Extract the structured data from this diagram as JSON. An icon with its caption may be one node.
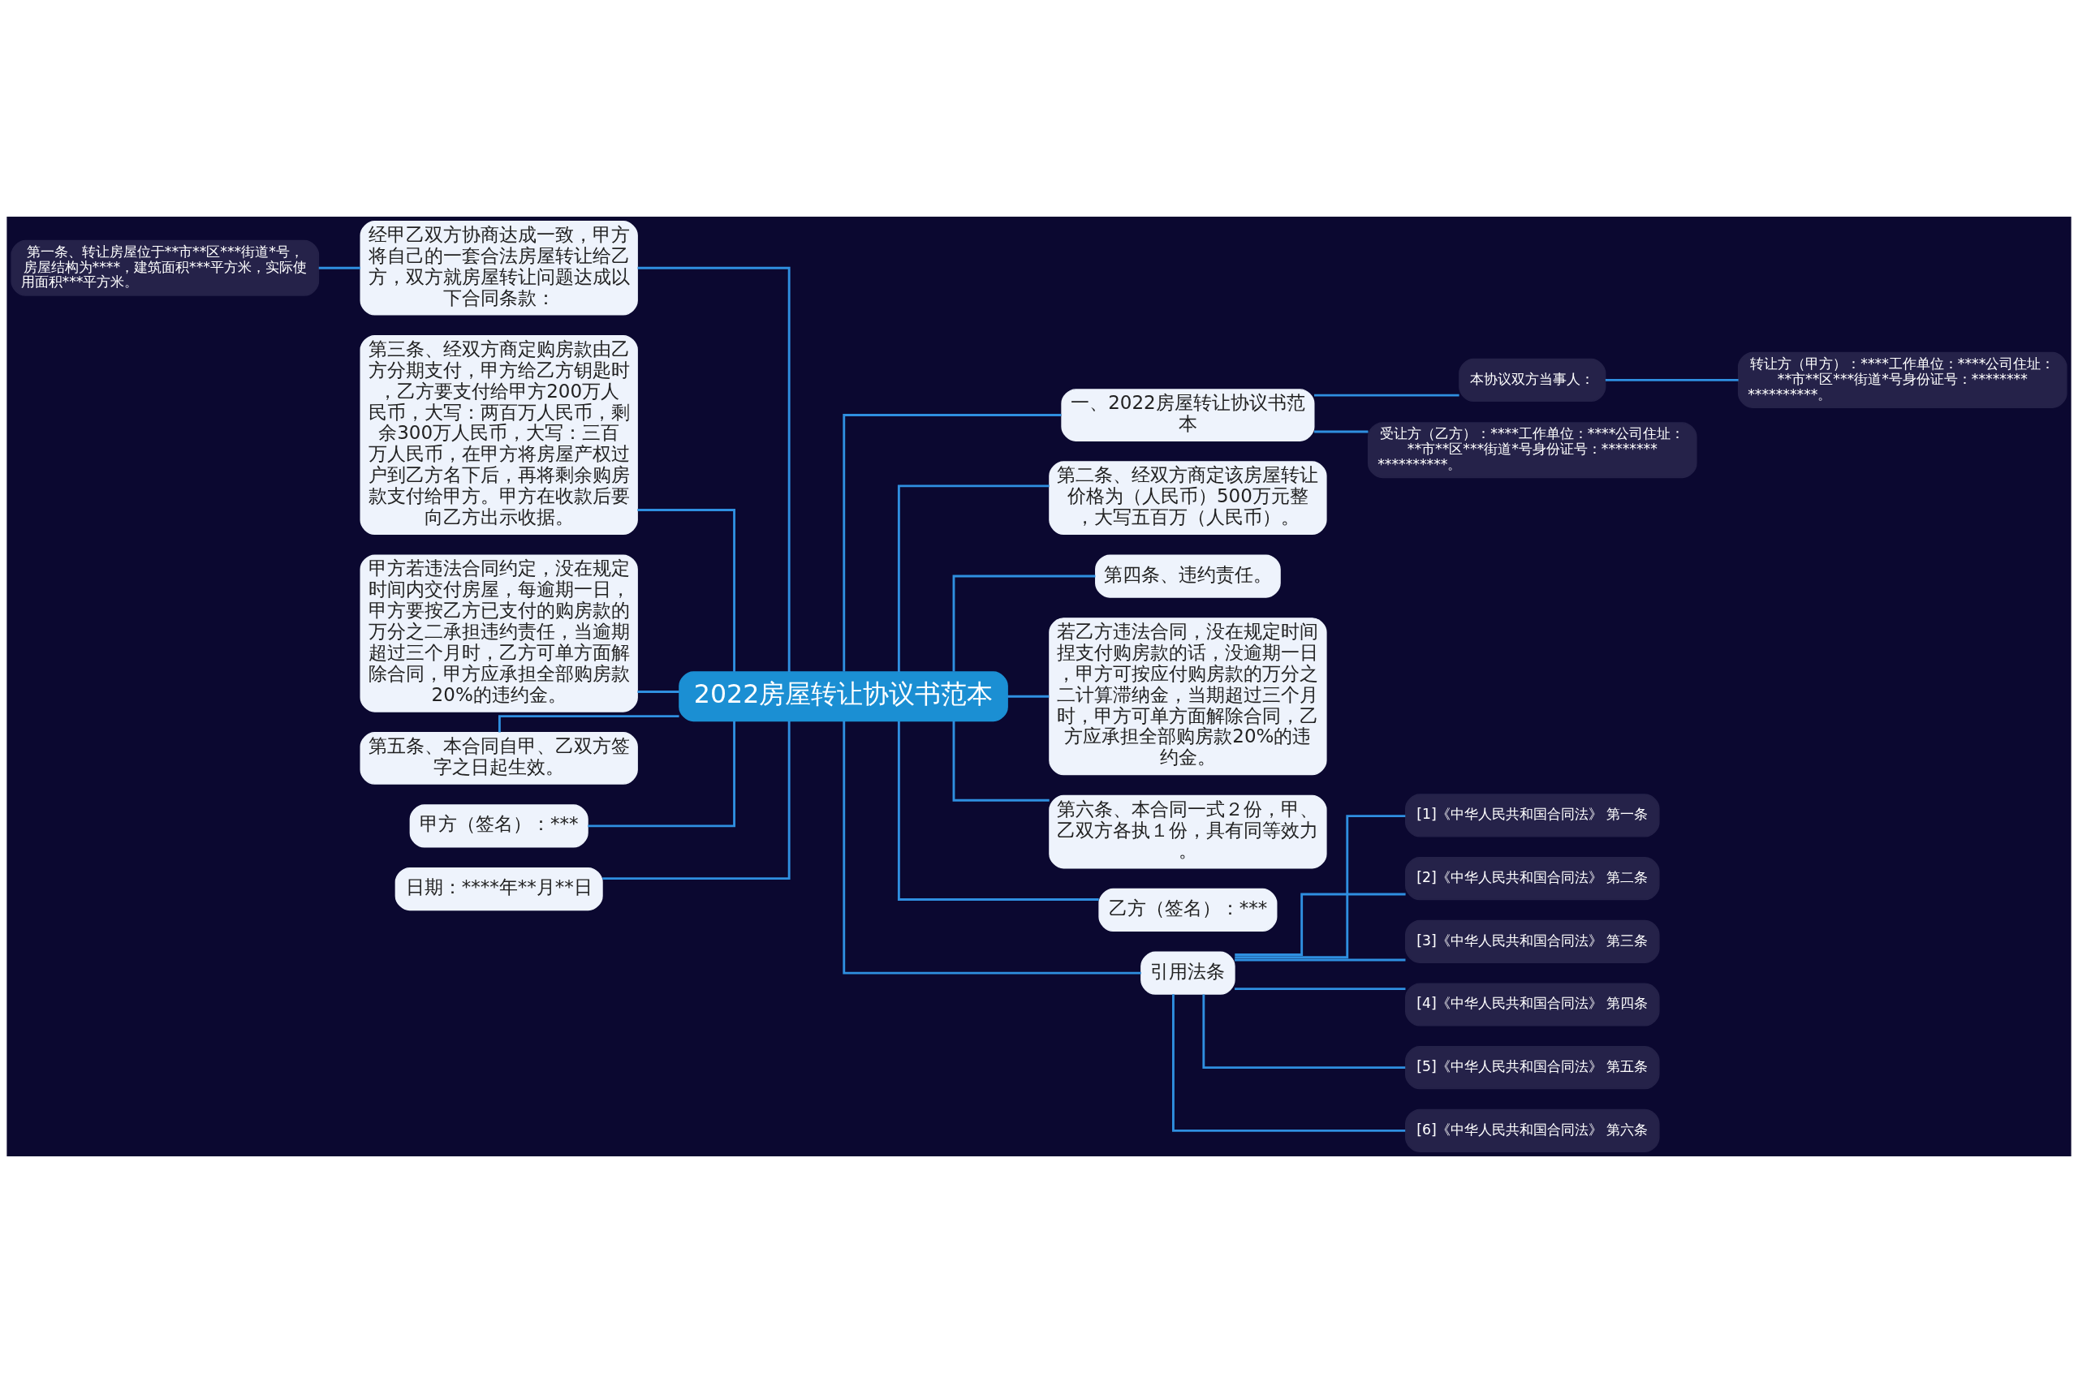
{
  "diagram": {
    "nodes": [
      {
        "text": [
          "2022房屋转让协议书范本"
        ]
      },
      {
        "text": [
          "经甲乙双方协商达成一致，甲方将自己的一套合法房屋转让给乙方，双方就房屋转让问题达成以下合同条款："
        ]
      },
      {
        "text": [
          "第一条、转让房屋位于**市**区***街道*号，房屋结构为****，建筑面积***平方米，实际使用面积***平方米。"
        ]
      },
      {
        "text": [
          "第三条、经双方商定购房款由乙方分期支付，甲方给乙方钥匙时，乙方要支付给甲方200万人民币，大写：两百万人民币，剩余300万人民币，大写：三百万人民币，在甲方将房屋产权过户到乙方名下后，再将剩余购房款支付给甲方。甲方在收款后要向乙方出示收据。"
        ]
      },
      {
        "text": [
          "甲方若违法合同约定，没在规定时间内交付房屋，每逾期一日，甲方要按乙方已支付的购房款的万分之二承担违约责任，当逾期超过三个月时，乙方可单方面解除合同，甲方应承担全部购房款20%的违约金。"
        ]
      },
      {
        "text": [
          "第五条、本合同自甲、乙双方签字之日起生效。"
        ]
      },
      {
        "text": [
          "甲方（签名）：***"
        ]
      },
      {
        "text": [
          "日期：****年**月**日"
        ]
      },
      {
        "text": [
          "一、2022房屋转让协议书范本"
        ]
      },
      {
        "text": [
          "本协议双方当事人："
        ]
      },
      {
        "text": [
          "转让方（甲方）：****工作单位：****公司住址：**市**区***街道*号身份证号：******************。"
        ]
      },
      {
        "text": [
          "受让方（乙方）：****工作单位：****公司住址：**市**区***街道*号身份证号：******************。"
        ]
      },
      {
        "text": [
          "第二条、经双方商定该房屋转让价格为（人民币）500万元整，大写五百万（人民币）。"
        ]
      },
      {
        "text": [
          "第四条、违约责任。"
        ]
      },
      {
        "text": [
          "若乙方违法合同，没在规定时间捏支付购房款的话，没逾期一日，甲方可按应付购房款的万分之二计算滞纳金，当期超过三个月时，甲方可单方面解除合同，乙方应承担全部购房款20%的违约金。"
        ]
      },
      {
        "text": [
          "第六条、本合同一式２份，甲、乙双方各执１份，具有同等效力。"
        ]
      },
      {
        "text": [
          "乙方（签名）：***"
        ]
      },
      {
        "text": [
          "引用法条"
        ]
      },
      {
        "text": [
          "[1]《中华人民共和国合同法》 第一条"
        ]
      },
      {
        "text": [
          "[2]《中华人民共和国合同法》 第二条"
        ]
      },
      {
        "text": [
          "[3]《中华人民共和国合同法》 第三条"
        ]
      },
      {
        "text": [
          "[4]《中华人民共和国合同法》 第四条"
        ]
      },
      {
        "text": [
          "[5]《中华人民共和国合同法》 第五条"
        ]
      },
      {
        "text": [
          "[6]《中华人民共和国合同法》 第六条"
        ]
      }
    ],
    "edges": [
      {
        "from": 0,
        "to": 1,
        "arrow": "none"
      },
      {
        "from": 1,
        "to": 2,
        "arrow": "none"
      },
      {
        "from": 0,
        "to": 3,
        "arrow": "none"
      },
      {
        "from": 0,
        "to": 4,
        "arrow": "none"
      },
      {
        "from": 0,
        "to": 5,
        "arrow": "none"
      },
      {
        "from": 0,
        "to": 6,
        "arrow": "none"
      },
      {
        "from": 0,
        "to": 7,
        "arrow": "none"
      },
      {
        "from": 0,
        "to": 8,
        "arrow": "none"
      },
      {
        "from": 8,
        "to": 9,
        "arrow": "none"
      },
      {
        "from": 9,
        "to": 10,
        "arrow": "none"
      },
      {
        "from": 8,
        "to": 11,
        "arrow": "none"
      },
      {
        "from": 0,
        "to": 12,
        "arrow": "none"
      },
      {
        "from": 0,
        "to": 13,
        "arrow": "none"
      },
      {
        "from": 0,
        "to": 14,
        "arrow": "none"
      },
      {
        "from": 0,
        "to": 15,
        "arrow": "none"
      },
      {
        "from": 0,
        "to": 16,
        "arrow": "none"
      },
      {
        "from": 0,
        "to": 17,
        "arrow": "none"
      },
      {
        "from": 17,
        "to": 18,
        "arrow": "none"
      },
      {
        "from": 17,
        "to": 19,
        "arrow": "none"
      },
      {
        "from": 17,
        "to": 20,
        "arrow": "none"
      },
      {
        "from": 17,
        "to": 21,
        "arrow": "none"
      },
      {
        "from": 17,
        "to": 22,
        "arrow": "none"
      },
      {
        "from": 17,
        "to": 23,
        "arrow": "none"
      }
    ]
  }
}
